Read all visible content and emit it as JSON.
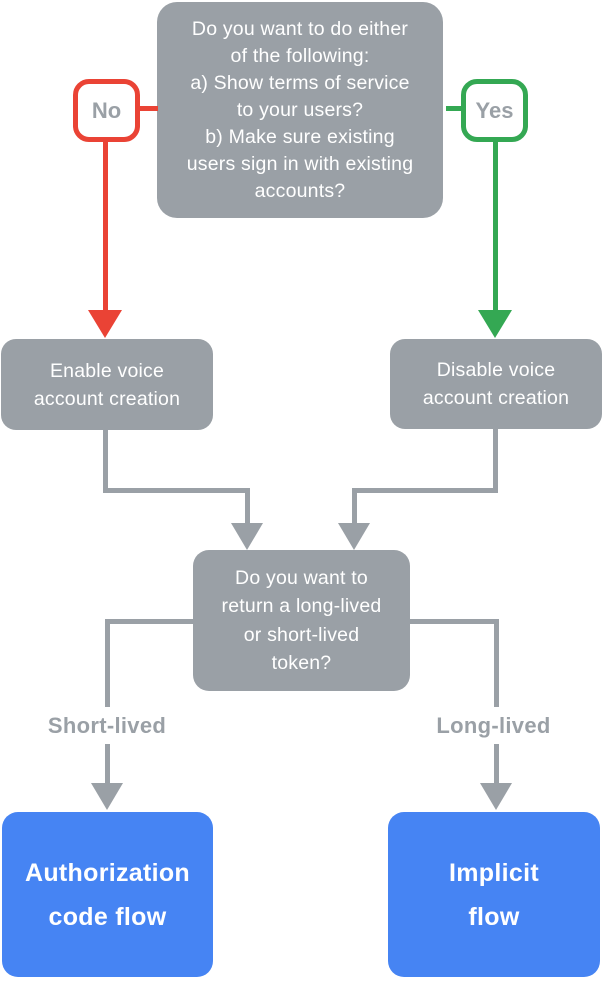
{
  "colors": {
    "gray": "#9AA0A6",
    "red": "#EA4335",
    "green": "#34A853",
    "blue": "#4684F3",
    "white": "#FFFFFF"
  },
  "flowchart": {
    "root_question": "Do you want to do either\nof the following:\na) Show terms of service\nto your users?\nb) Make sure existing\nusers sign in with existing\naccounts?",
    "no_label": "No",
    "yes_label": "Yes",
    "enable_node": "Enable voice\naccount creation",
    "disable_node": "Disable voice\naccount creation",
    "token_question": "Do you want to\nreturn a long-lived\nor short-lived\ntoken?",
    "short_lived_label": "Short-lived",
    "long_lived_label": "Long-lived",
    "authorization_node": "Authorization\ncode flow",
    "implicit_node": "Implicit\nflow"
  }
}
